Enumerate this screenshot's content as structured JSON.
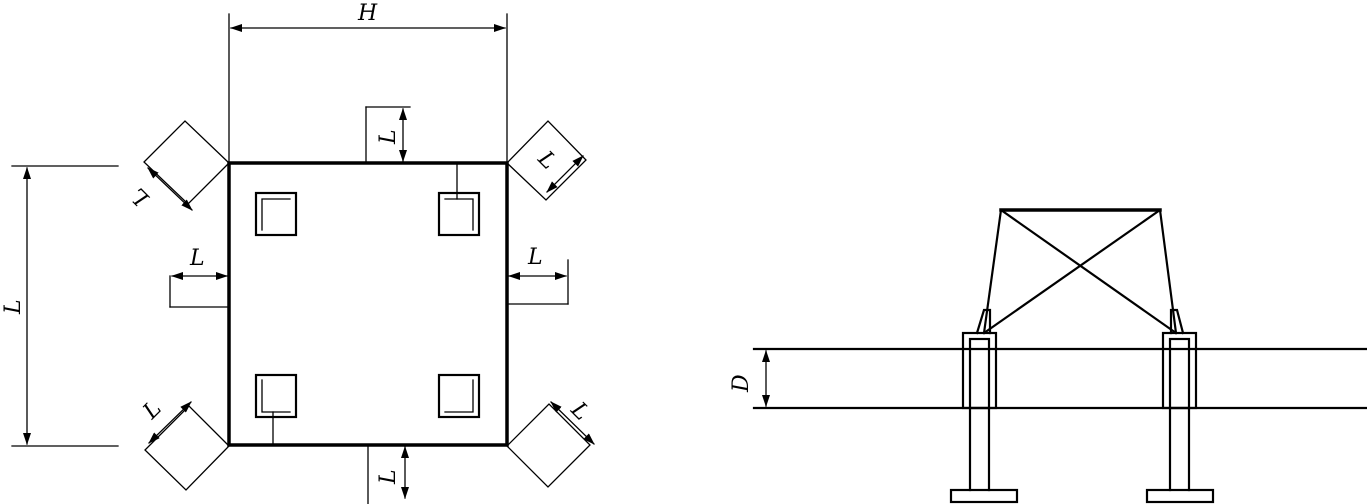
{
  "plan_view": {
    "width_label": "H",
    "height_label": "L",
    "clearance_labels": {
      "top": "L",
      "bottom": "L",
      "left": "L",
      "right": "L",
      "top_left": "L",
      "top_right": "L",
      "bottom_left": "L",
      "bottom_right": "L"
    }
  },
  "elevation_view": {
    "depth_label": "D"
  }
}
